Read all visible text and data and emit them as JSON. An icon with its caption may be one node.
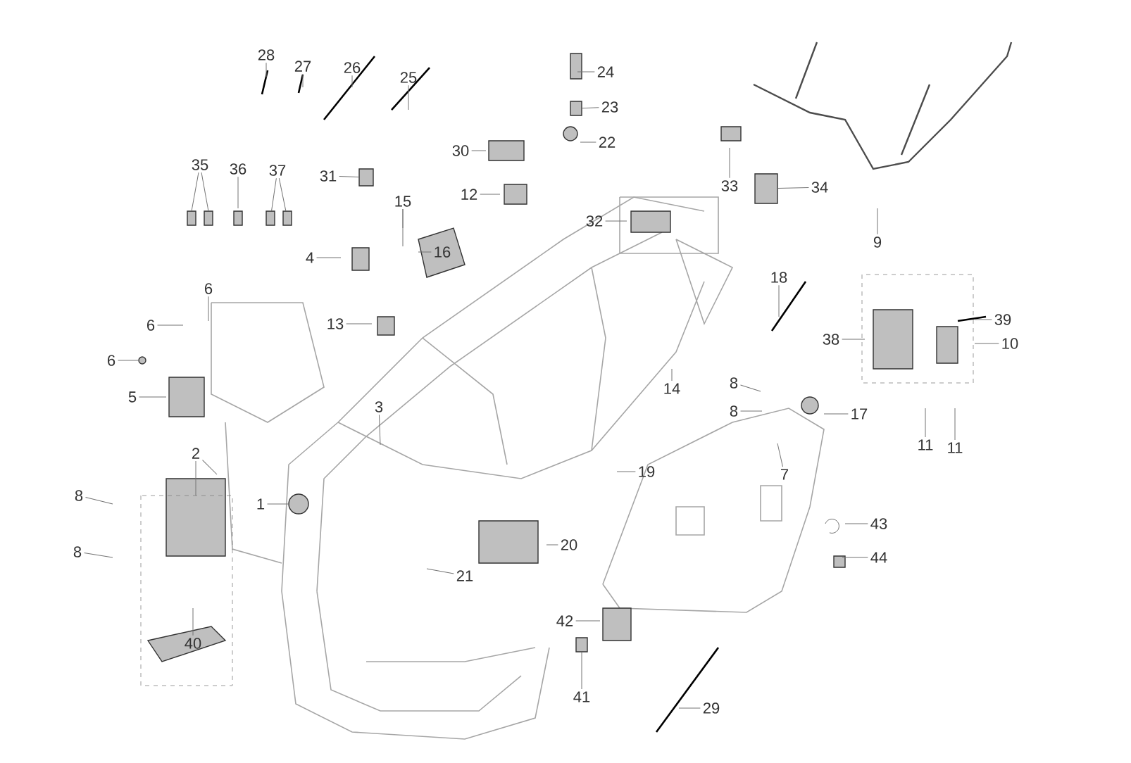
{
  "diagram": {
    "nodes": [
      {
        "text": [
          "1"
        ]
      },
      {
        "text": [
          "2"
        ]
      },
      {
        "text": [
          "3"
        ]
      },
      {
        "text": [
          "4"
        ]
      },
      {
        "text": [
          "5"
        ]
      },
      {
        "text": [
          "6"
        ]
      },
      {
        "text": [
          "6"
        ]
      },
      {
        "text": [
          "6"
        ]
      },
      {
        "text": [
          "7"
        ]
      },
      {
        "text": [
          "8"
        ]
      },
      {
        "text": [
          "8"
        ]
      },
      {
        "text": [
          "8"
        ]
      },
      {
        "text": [
          "8"
        ]
      },
      {
        "text": [
          "9"
        ]
      },
      {
        "text": [
          "10"
        ]
      },
      {
        "text": [
          "11"
        ]
      },
      {
        "text": [
          "11"
        ]
      },
      {
        "text": [
          "12"
        ]
      },
      {
        "text": [
          "13"
        ]
      },
      {
        "text": [
          "14"
        ]
      },
      {
        "text": [
          "15"
        ]
      },
      {
        "text": [
          "16"
        ]
      },
      {
        "text": [
          "17"
        ]
      },
      {
        "text": [
          "18"
        ]
      },
      {
        "text": [
          "19"
        ]
      },
      {
        "text": [
          "20"
        ]
      },
      {
        "text": [
          "21"
        ]
      },
      {
        "text": [
          "22"
        ]
      },
      {
        "text": [
          "23"
        ]
      },
      {
        "text": [
          "24"
        ]
      },
      {
        "text": [
          "25"
        ]
      },
      {
        "text": [
          "26"
        ]
      },
      {
        "text": [
          "27"
        ]
      },
      {
        "text": [
          "28"
        ]
      },
      {
        "text": [
          "29"
        ]
      },
      {
        "text": [
          "30"
        ]
      },
      {
        "text": [
          "31"
        ]
      },
      {
        "text": [
          "32"
        ]
      },
      {
        "text": [
          "33"
        ]
      },
      {
        "text": [
          "34"
        ]
      },
      {
        "text": [
          "35"
        ]
      },
      {
        "text": [
          "36"
        ]
      },
      {
        "text": [
          "37"
        ]
      },
      {
        "text": [
          "38"
        ]
      },
      {
        "text": [
          "39"
        ]
      },
      {
        "text": [
          "40"
        ]
      },
      {
        "text": [
          "41"
        ]
      },
      {
        "text": [
          "42"
        ]
      },
      {
        "text": [
          "43"
        ]
      },
      {
        "text": [
          "44"
        ]
      },
      {
        "text": [],
        "shape": "circle"
      },
      {
        "text": [],
        "shape": "box"
      },
      {
        "text": [],
        "shape": "box"
      },
      {
        "text": [],
        "shape": "box"
      },
      {
        "text": [],
        "shape": "box"
      },
      {
        "text": [],
        "shape": "box"
      },
      {
        "text": [],
        "shape": "box"
      }
    ],
    "edges": [
      {
        "from": 0,
        "to": null,
        "arrow": "none"
      },
      {
        "from": 1,
        "to": null,
        "arrow": "none"
      },
      {
        "from": 1,
        "to": null,
        "arrow": "none"
      },
      {
        "from": 2,
        "to": null,
        "arrow": "none"
      },
      {
        "from": 3,
        "to": null,
        "arrow": "none"
      },
      {
        "from": 4,
        "to": null,
        "arrow": "none"
      },
      {
        "from": 5,
        "to": null,
        "arrow": "none"
      },
      {
        "from": 6,
        "to": null,
        "arrow": "none"
      },
      {
        "from": 7,
        "to": 50,
        "arrow": "none"
      },
      {
        "from": 8,
        "to": null,
        "arrow": "none"
      },
      {
        "from": 9,
        "to": null,
        "arrow": "none"
      },
      {
        "from": 10,
        "to": null,
        "arrow": "none"
      },
      {
        "from": 11,
        "to": null,
        "arrow": "none"
      },
      {
        "from": 12,
        "to": null,
        "arrow": "none"
      },
      {
        "from": 13,
        "to": null,
        "arrow": "none"
      },
      {
        "from": 14,
        "to": null,
        "arrow": "none"
      },
      {
        "from": 15,
        "to": null,
        "arrow": "none"
      },
      {
        "from": 16,
        "to": null,
        "arrow": "none"
      },
      {
        "from": 17,
        "to": null,
        "arrow": "none"
      },
      {
        "from": 18,
        "to": null,
        "arrow": "none"
      },
      {
        "from": 19,
        "to": null,
        "arrow": "none"
      },
      {
        "from": 20,
        "to": null,
        "arrow": "none"
      },
      {
        "from": 20,
        "to": null,
        "arrow": "none"
      },
      {
        "from": 21,
        "to": null,
        "arrow": "none"
      },
      {
        "from": 22,
        "to": null,
        "arrow": "none"
      },
      {
        "from": 23,
        "to": null,
        "arrow": "none"
      },
      {
        "from": 24,
        "to": null,
        "arrow": "none"
      },
      {
        "from": 25,
        "to": null,
        "arrow": "none"
      },
      {
        "from": 26,
        "to": null,
        "arrow": "none"
      },
      {
        "from": 27,
        "to": null,
        "arrow": "none"
      },
      {
        "from": 28,
        "to": 56,
        "arrow": "none"
      },
      {
        "from": 29,
        "to": null,
        "arrow": "none"
      },
      {
        "from": 30,
        "to": null,
        "arrow": "none"
      },
      {
        "from": 31,
        "to": null,
        "arrow": "none"
      },
      {
        "from": 32,
        "to": null,
        "arrow": "none"
      },
      {
        "from": 33,
        "to": null,
        "arrow": "none"
      },
      {
        "from": 34,
        "to": null,
        "arrow": "none"
      },
      {
        "from": 35,
        "to": null,
        "arrow": "none"
      },
      {
        "from": 36,
        "to": 51,
        "arrow": "none"
      },
      {
        "from": 37,
        "to": null,
        "arrow": "none"
      },
      {
        "from": 38,
        "to": null,
        "arrow": "none"
      },
      {
        "from": 39,
        "to": 52,
        "arrow": "none"
      },
      {
        "from": 40,
        "to": null,
        "arrow": "none"
      },
      {
        "from": 40,
        "to": null,
        "arrow": "none"
      },
      {
        "from": 41,
        "to": null,
        "arrow": "none"
      },
      {
        "from": 42,
        "to": 53,
        "arrow": "none"
      },
      {
        "from": 42,
        "to": 54,
        "arrow": "none"
      },
      {
        "from": 43,
        "to": null,
        "arrow": "none"
      },
      {
        "from": 44,
        "to": null,
        "arrow": "none"
      },
      {
        "from": 45,
        "to": null,
        "arrow": "none"
      },
      {
        "from": 46,
        "to": 55,
        "arrow": "none"
      },
      {
        "from": 47,
        "to": null,
        "arrow": "none"
      },
      {
        "from": 48,
        "to": null,
        "arrow": "none"
      },
      {
        "from": 49,
        "to": null,
        "arrow": "none"
      }
    ]
  }
}
